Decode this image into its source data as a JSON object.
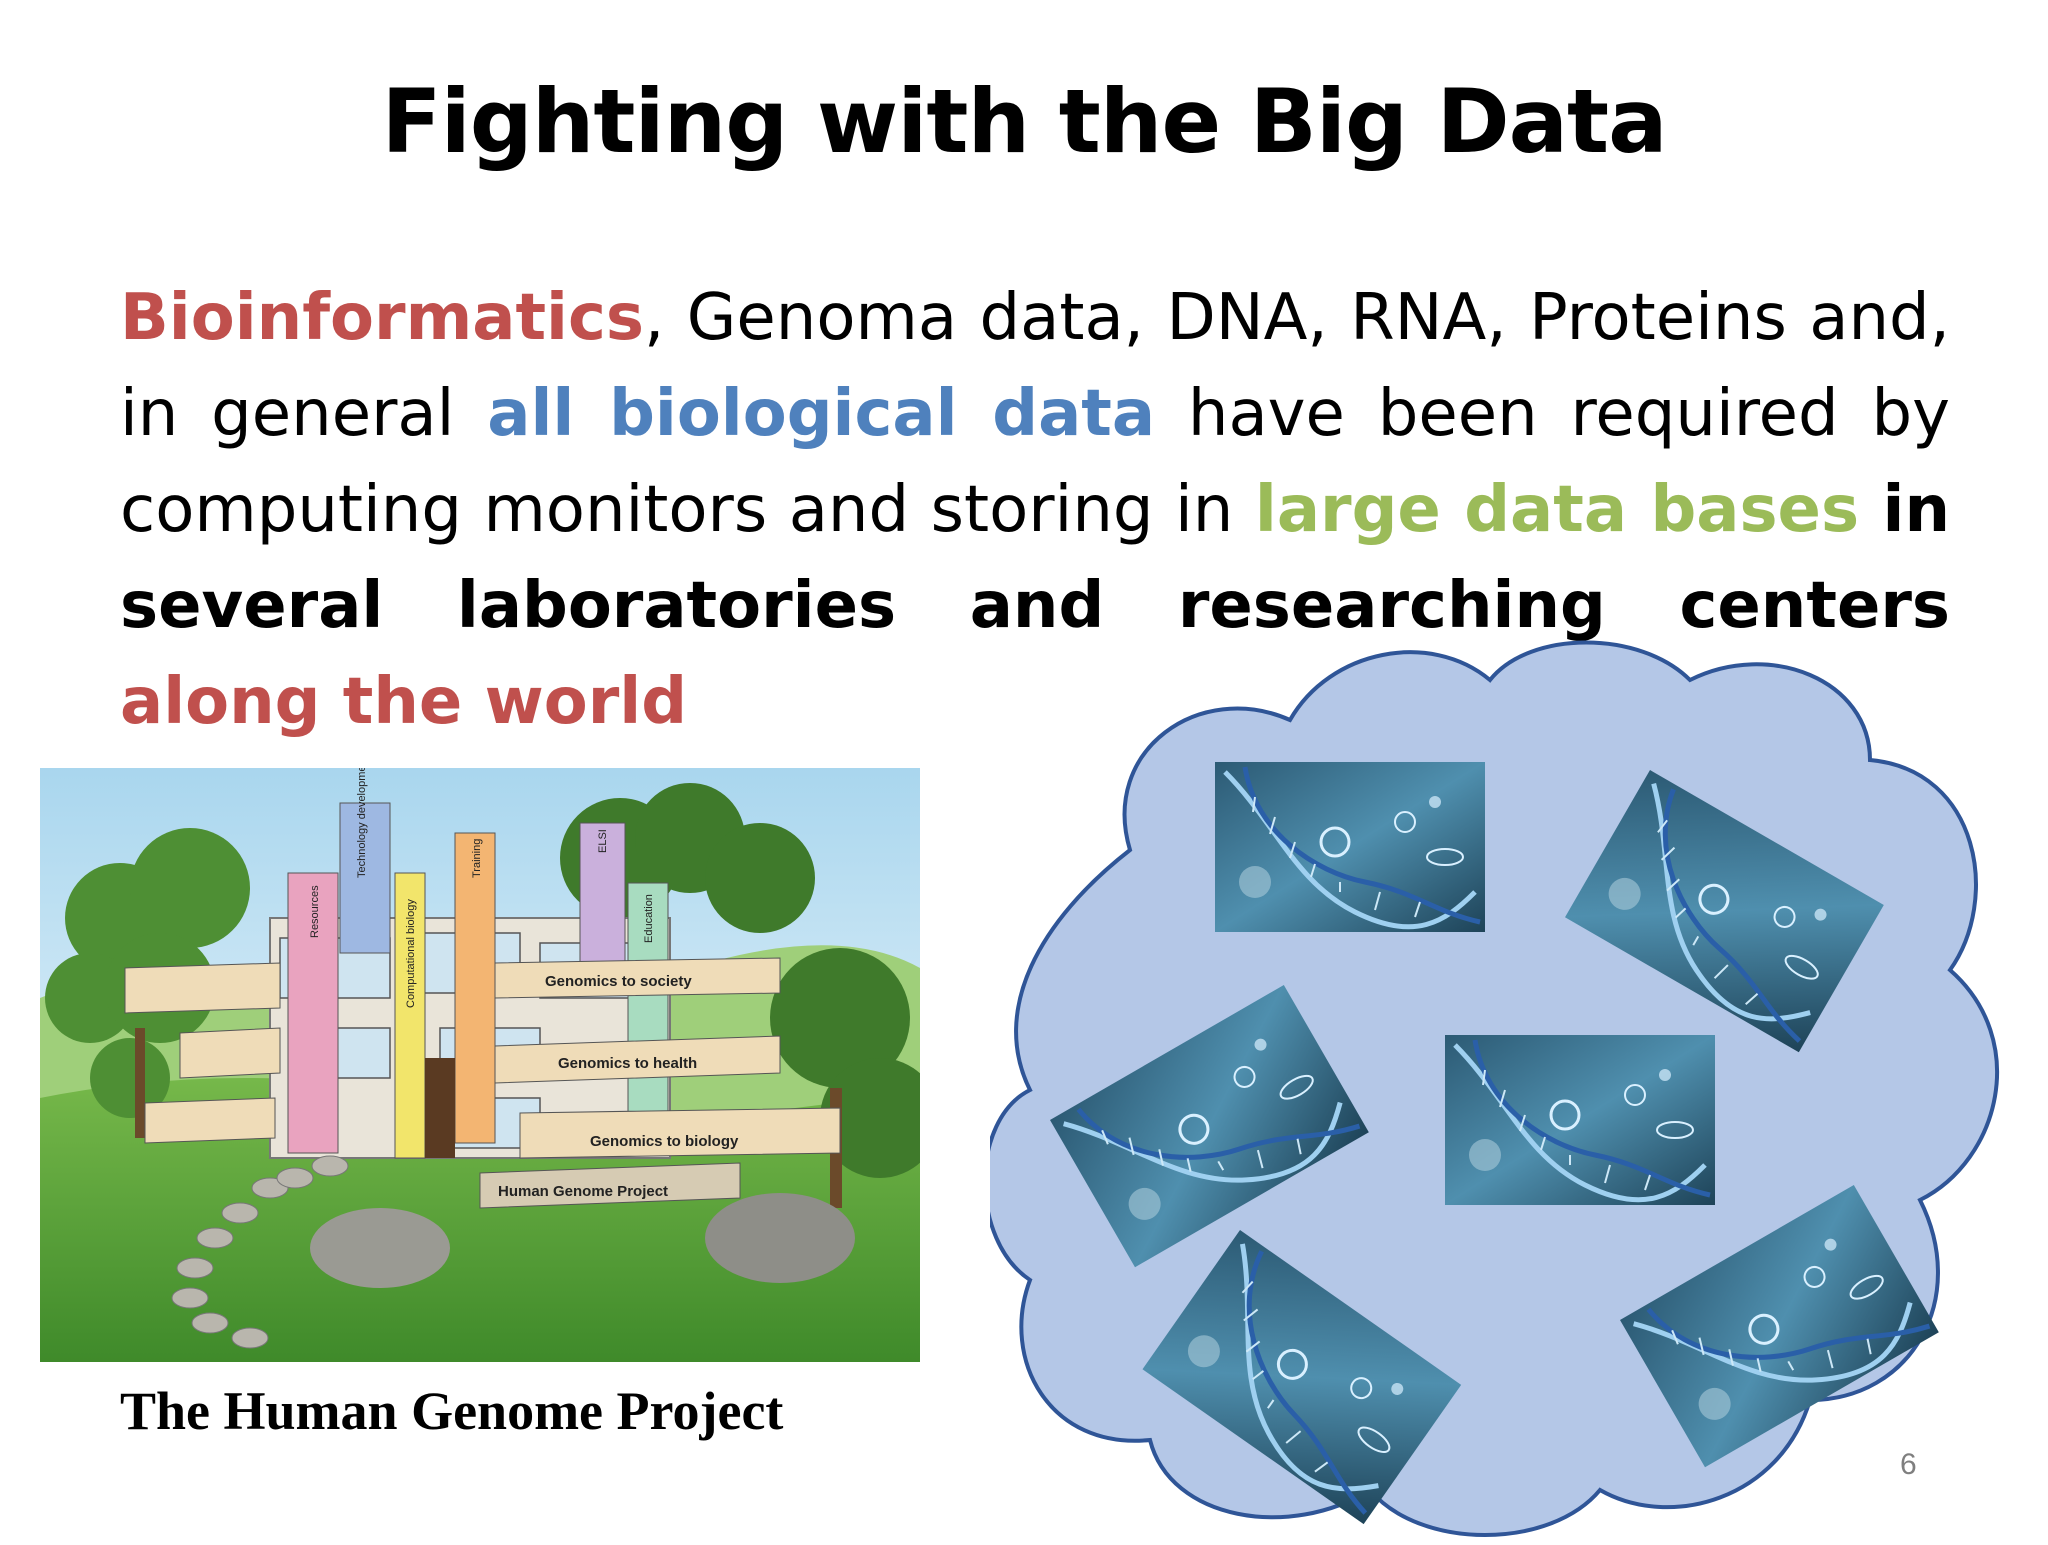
{
  "slide": {
    "title": "Fighting with the Big Data",
    "body": {
      "t1": "Bioinformatics",
      "t2": ", Genoma data, DNA, RNA, Proteins and, in general ",
      "t3": "all biological data",
      "t4": " have been required by computing monitors and storing in ",
      "t5": "large data bases",
      "t6": " in several laboratories and researching centers ",
      "t7": "along the world"
    },
    "genome_image": {
      "labels": {
        "resources": "Resources",
        "technology": "Technology development",
        "computational": "Computational biology",
        "training": "Training",
        "elsi": "ELSI",
        "education": "Education",
        "society": "Genomics to society",
        "health": "Genomics to health",
        "biology": "Genomics to biology",
        "foundation": "Human Genome Project"
      }
    },
    "caption": "The Human Genome Project",
    "page_number": "6",
    "colors": {
      "highlight_red": "#c0504d",
      "highlight_blue": "#4f81bd",
      "highlight_green": "#9bbb59",
      "cloud_fill": "#b4c7e7",
      "cloud_stroke": "#2f5597"
    }
  }
}
